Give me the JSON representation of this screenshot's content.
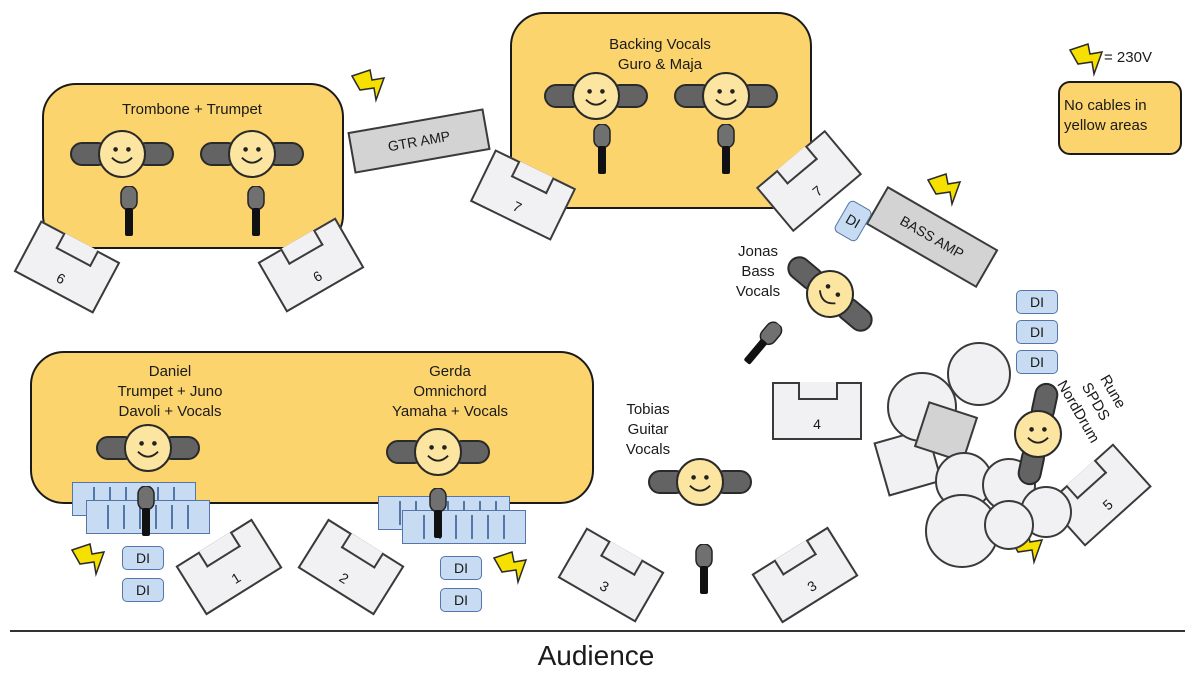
{
  "legend": {
    "power_text": "= 230V",
    "yellow_note": "No cables in\nyellow areas"
  },
  "areas": {
    "horns_title": "Trombone + Trumpet",
    "backing_title": "Backing Vocals\nGuro & Maja",
    "daniel_title": "Daniel\nTrumpet + Juno\nDavoli + Vocals",
    "gerda_title": "Gerda\nOmnichord\nYamaha + Vocals"
  },
  "musicians": {
    "jonas": "Jonas\nBass\nVocals",
    "tobias": "Tobias\nGuitar\nVocals",
    "rune": "Rune\nSPDS\nNordDrum"
  },
  "amps": {
    "guitar": "GTR AMP",
    "bass": "BASS AMP"
  },
  "monitors": {
    "m1": "1",
    "m2": "2",
    "m3a": "3",
    "m3b": "3",
    "m4": "4",
    "m5": "5",
    "m6a": "6",
    "m6b": "6",
    "m7a": "7",
    "m7b": "7"
  },
  "di_label": "DI",
  "audience": "Audience",
  "colors": {
    "no_cable_area": "#fcd46e",
    "face": "#fce5a0",
    "di_box": "#c7dbf2",
    "power_bolt": "#f5e000",
    "monitor": "#f1f1f3",
    "amp": "#d3d3d3"
  }
}
